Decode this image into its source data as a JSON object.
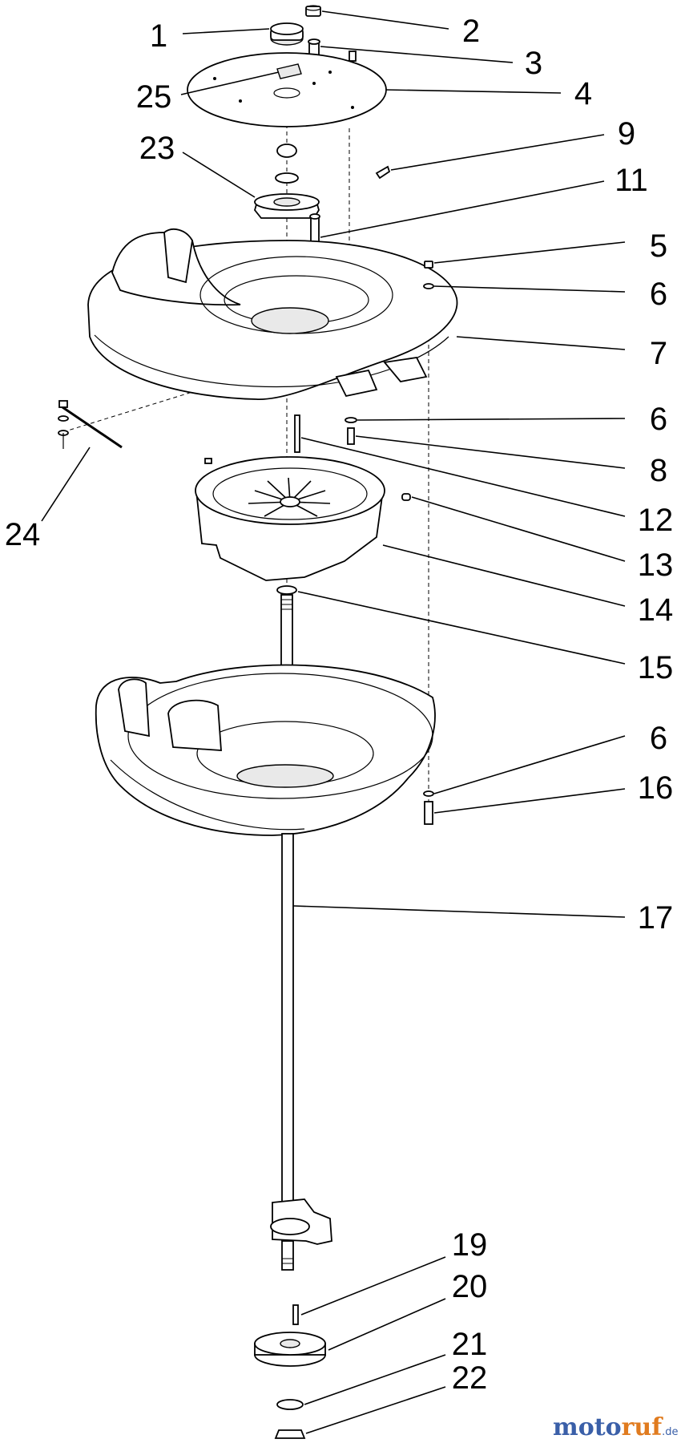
{
  "callouts": [
    "1",
    "2",
    "3",
    "25",
    "4",
    "23",
    "9",
    "11",
    "5",
    "6",
    "7",
    "6",
    "8",
    "24",
    "12",
    "13",
    "14",
    "15",
    "6",
    "16",
    "17",
    "19",
    "20",
    "21",
    "22"
  ],
  "watermark": {
    "brand_a": "moto",
    "brand_b": "ruf",
    "tld": ".de"
  }
}
